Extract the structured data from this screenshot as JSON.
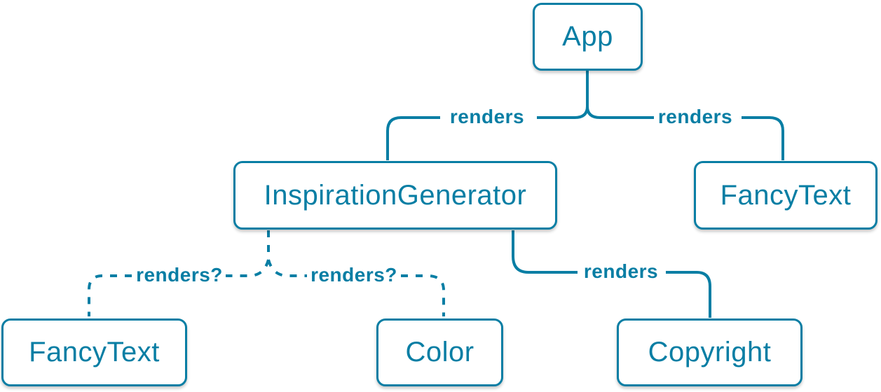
{
  "diagram": {
    "type": "component-tree",
    "colors": {
      "accent": "#087EA4",
      "node_background": "#FFFFFF"
    },
    "nodes": [
      {
        "id": "app",
        "label": "App"
      },
      {
        "id": "inspiration-generator",
        "label": "InspirationGenerator"
      },
      {
        "id": "fancy-text-right",
        "label": "FancyText"
      },
      {
        "id": "fancy-text-bottom",
        "label": "FancyText"
      },
      {
        "id": "color",
        "label": "Color"
      },
      {
        "id": "copyright",
        "label": "Copyright"
      }
    ],
    "edges": [
      {
        "from": "App",
        "to": "InspirationGenerator",
        "label": "renders",
        "style": "solid"
      },
      {
        "from": "App",
        "to": "FancyText",
        "label": "renders",
        "style": "solid"
      },
      {
        "from": "InspirationGenerator",
        "to": "FancyText",
        "label": "renders?",
        "style": "dashed"
      },
      {
        "from": "InspirationGenerator",
        "to": "Color",
        "label": "renders?",
        "style": "dashed"
      },
      {
        "from": "InspirationGenerator",
        "to": "Copyright",
        "label": "renders",
        "style": "solid"
      }
    ]
  }
}
